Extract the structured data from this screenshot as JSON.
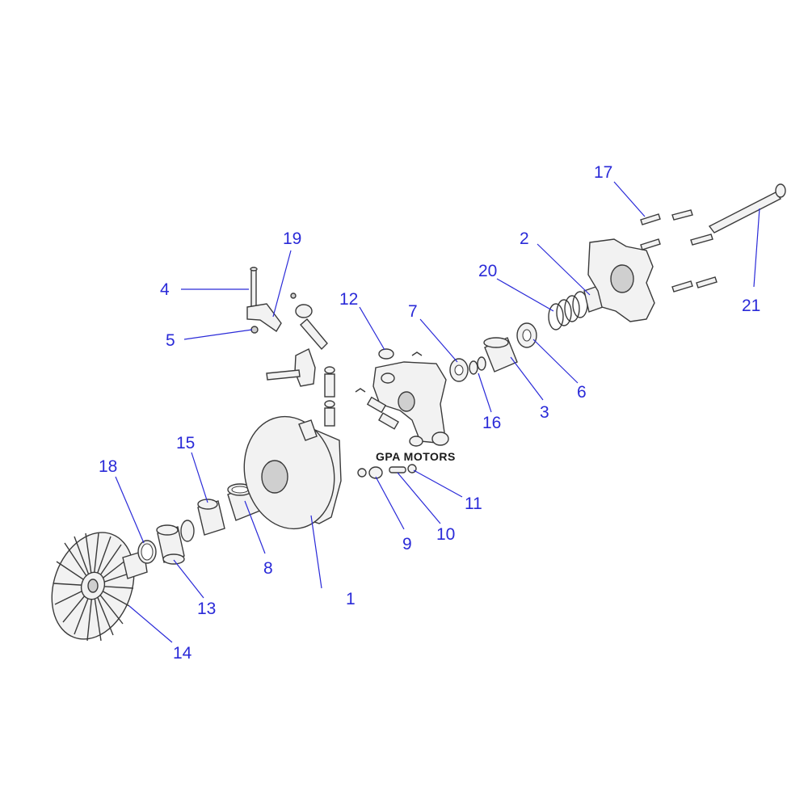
{
  "watermark": "GPA MOTORS",
  "callouts": [
    {
      "id": "1",
      "label": "1"
    },
    {
      "id": "2",
      "label": "2"
    },
    {
      "id": "3",
      "label": "3"
    },
    {
      "id": "4",
      "label": "4"
    },
    {
      "id": "5",
      "label": "5"
    },
    {
      "id": "6",
      "label": "6"
    },
    {
      "id": "7",
      "label": "7"
    },
    {
      "id": "8",
      "label": "8"
    },
    {
      "id": "9",
      "label": "9"
    },
    {
      "id": "10",
      "label": "10"
    },
    {
      "id": "11",
      "label": "11"
    },
    {
      "id": "12",
      "label": "12"
    },
    {
      "id": "13",
      "label": "13"
    },
    {
      "id": "14",
      "label": "14"
    },
    {
      "id": "15",
      "label": "15"
    },
    {
      "id": "16",
      "label": "16"
    },
    {
      "id": "17",
      "label": "17"
    },
    {
      "id": "18",
      "label": "18"
    },
    {
      "id": "19",
      "label": "19"
    },
    {
      "id": "20",
      "label": "20"
    },
    {
      "id": "21",
      "label": "21"
    }
  ],
  "colors": {
    "callout": "#2a2ad8",
    "outline": "#3a3a3a",
    "fill": "#f2f2f2"
  }
}
